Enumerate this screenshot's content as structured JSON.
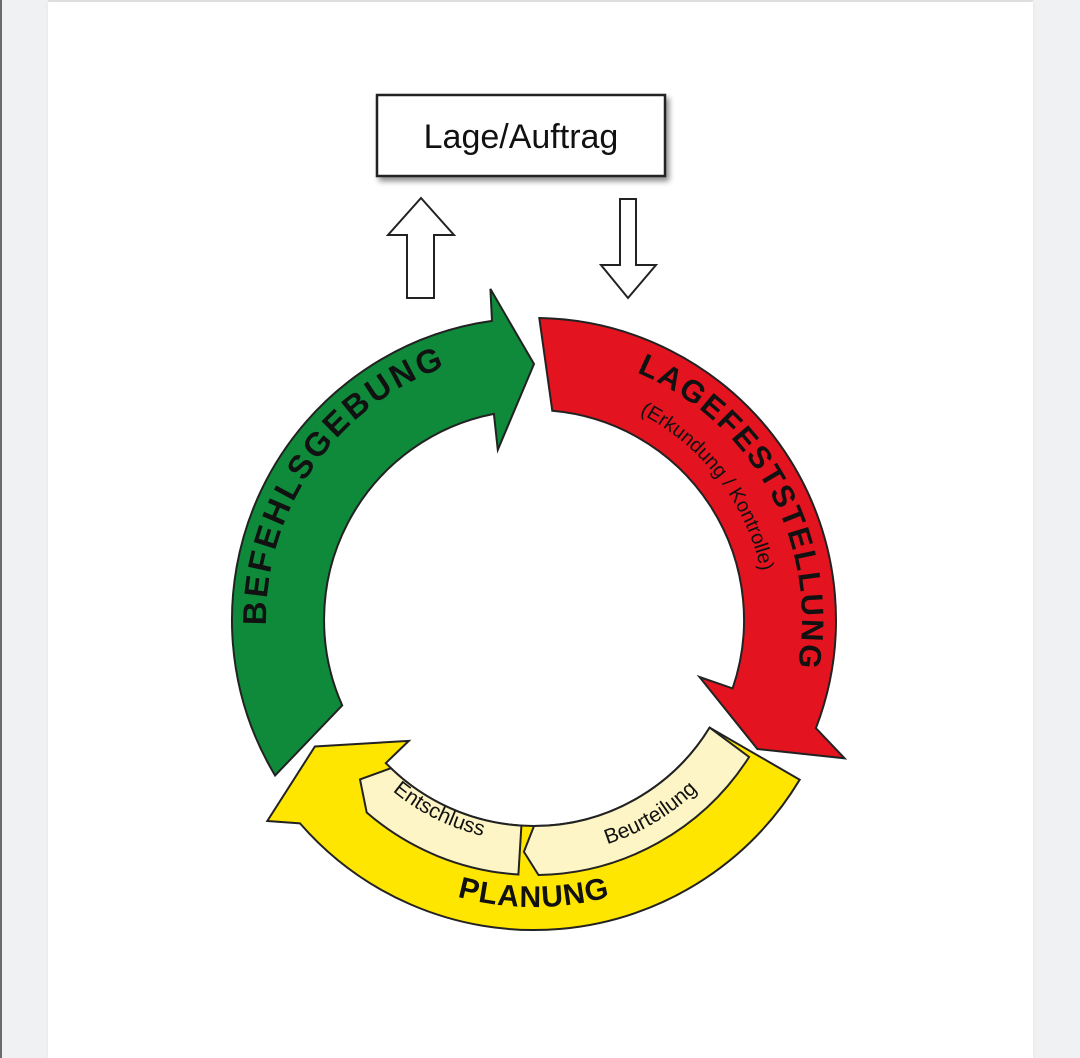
{
  "diagram": {
    "top_box": {
      "label": "Lage/Auftrag"
    },
    "connectors": [
      {
        "name": "up-arrow",
        "direction": "up"
      },
      {
        "name": "down-arrow",
        "direction": "down"
      }
    ],
    "phases": {
      "befehlsgebung": {
        "label": "BEFEHLSGEBUNG",
        "color": "#0e8a3a"
      },
      "lagefeststellung": {
        "label": "LAGEFESTSTELLUNG",
        "sublabel": "(Erkundung / Kontrolle)",
        "color": "#e3141f"
      },
      "planung": {
        "label": "PLANUNG",
        "color": "#ffe600",
        "steps": [
          {
            "label": "Beurteilung",
            "color": "#fdf5c6"
          },
          {
            "label": "Entschluss",
            "color": "#fdf5c6"
          }
        ]
      }
    }
  }
}
